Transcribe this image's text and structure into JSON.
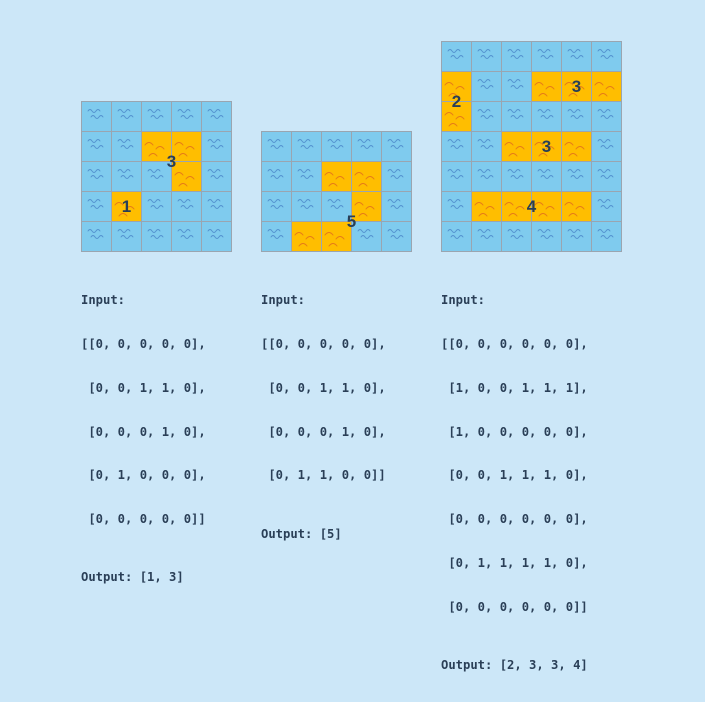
{
  "colors": {
    "background": "#cce7f8",
    "water": "#7fcbee",
    "wave": "#4a86c8",
    "land": "#ffbe00",
    "land_wave": "#e06a1e",
    "grid_line": "#9aa5b0",
    "number": "#2a3f57"
  },
  "examples": [
    {
      "grid": [
        [
          0,
          0,
          0,
          0,
          0
        ],
        [
          0,
          0,
          1,
          1,
          0
        ],
        [
          0,
          0,
          0,
          1,
          0
        ],
        [
          0,
          1,
          0,
          0,
          0
        ],
        [
          0,
          0,
          0,
          0,
          0
        ]
      ],
      "islands": [
        {
          "label": "3"
        },
        {
          "label": "1"
        }
      ],
      "input_label": "Input:",
      "input_rows": [
        "[[0, 0, 0, 0, 0],",
        " [0, 0, 1, 1, 0],",
        " [0, 0, 0, 1, 0],",
        " [0, 1, 0, 0, 0],",
        " [0, 0, 0, 0, 0]]"
      ],
      "output_text": "Output: [1, 3]"
    },
    {
      "grid": [
        [
          0,
          0,
          0,
          0,
          0
        ],
        [
          0,
          0,
          1,
          1,
          0
        ],
        [
          0,
          0,
          0,
          1,
          0
        ],
        [
          0,
          1,
          1,
          0,
          0
        ]
      ],
      "islands": [
        {
          "label": "5"
        }
      ],
      "input_label": "Input:",
      "input_rows": [
        "[[0, 0, 0, 0, 0],",
        " [0, 0, 1, 1, 0],",
        " [0, 0, 0, 1, 0],",
        " [0, 1, 1, 0, 0]]"
      ],
      "output_text": "Output: [5]"
    },
    {
      "grid": [
        [
          0,
          0,
          0,
          0,
          0,
          0
        ],
        [
          1,
          0,
          0,
          1,
          1,
          1
        ],
        [
          1,
          0,
          0,
          0,
          0,
          0
        ],
        [
          0,
          0,
          1,
          1,
          1,
          0
        ],
        [
          0,
          0,
          0,
          0,
          0,
          0
        ],
        [
          0,
          1,
          1,
          1,
          1,
          0
        ],
        [
          0,
          0,
          0,
          0,
          0,
          0
        ]
      ],
      "islands": [
        {
          "label": "2"
        },
        {
          "label": "3"
        },
        {
          "label": "3"
        },
        {
          "label": "4"
        }
      ],
      "input_label": "Input:",
      "input_rows": [
        "[[0, 0, 0, 0, 0, 0],",
        " [1, 0, 0, 1, 1, 1],",
        " [1, 0, 0, 0, 0, 0],",
        " [0, 0, 1, 1, 1, 0],",
        " [0, 0, 0, 0, 0, 0],",
        " [0, 1, 1, 1, 1, 0],",
        " [0, 0, 0, 0, 0, 0]]"
      ],
      "output_text": "Output: [2, 3, 3, 4]"
    }
  ]
}
